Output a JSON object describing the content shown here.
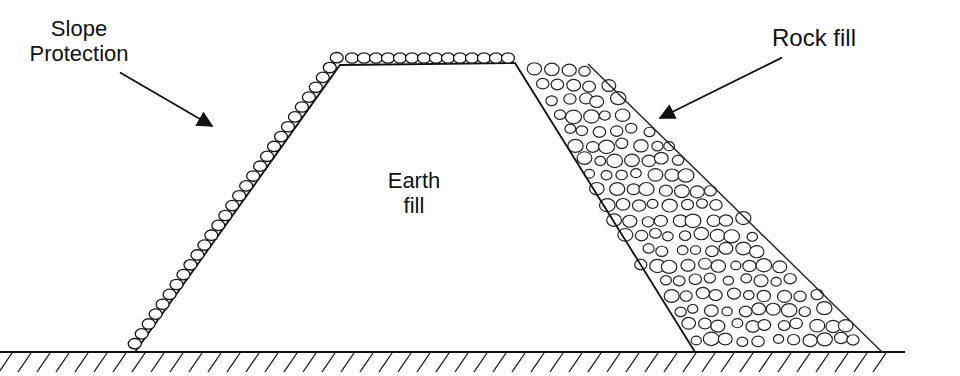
{
  "diagram": {
    "labels": [
      "Slope Protection",
      "Earth fill",
      "Rock fill"
    ]
  }
}
